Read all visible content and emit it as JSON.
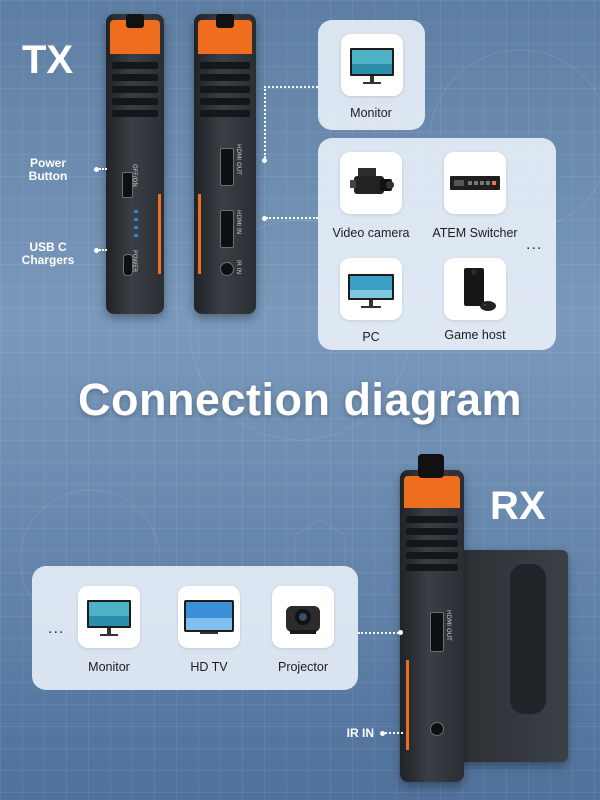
{
  "title": "Connection diagram",
  "tx_label": "TX",
  "rx_label": "RX",
  "tx_callouts": {
    "power_button": "Power\nButton",
    "usb_c": "USB C\nChargers"
  },
  "tx_device_markings": {
    "on_off": "OFF/ON",
    "power": "POWER",
    "hdmi_out": "HDMI OUT",
    "hdmi_in": "HDMI IN",
    "ir_in": "IR IN"
  },
  "tx_output": {
    "items": [
      {
        "label": "Monitor",
        "icon": "monitor-icon"
      }
    ]
  },
  "tx_sources": {
    "items": [
      {
        "label": "Video camera",
        "icon": "video-camera-icon"
      },
      {
        "label": "ATEM Switcher",
        "icon": "atem-switcher-icon"
      },
      {
        "label": "PC",
        "icon": "pc-monitor-icon"
      },
      {
        "label": "Game host",
        "icon": "game-console-icon"
      }
    ],
    "more": "..."
  },
  "rx_outputs": {
    "more": "...",
    "items": [
      {
        "label": "Monitor",
        "icon": "monitor-icon"
      },
      {
        "label": "HD TV",
        "icon": "hd-tv-icon"
      },
      {
        "label": "Projector",
        "icon": "projector-icon"
      }
    ]
  },
  "rx_callouts": {
    "ir_in": "IR IN"
  },
  "rx_device_markings": {
    "hdmi_out": "HDMI OUT"
  },
  "colors": {
    "accent": "#ef6d1f",
    "background": "#6c8cb1",
    "panel": "#ecf2fa",
    "device": "#2a2e33"
  }
}
